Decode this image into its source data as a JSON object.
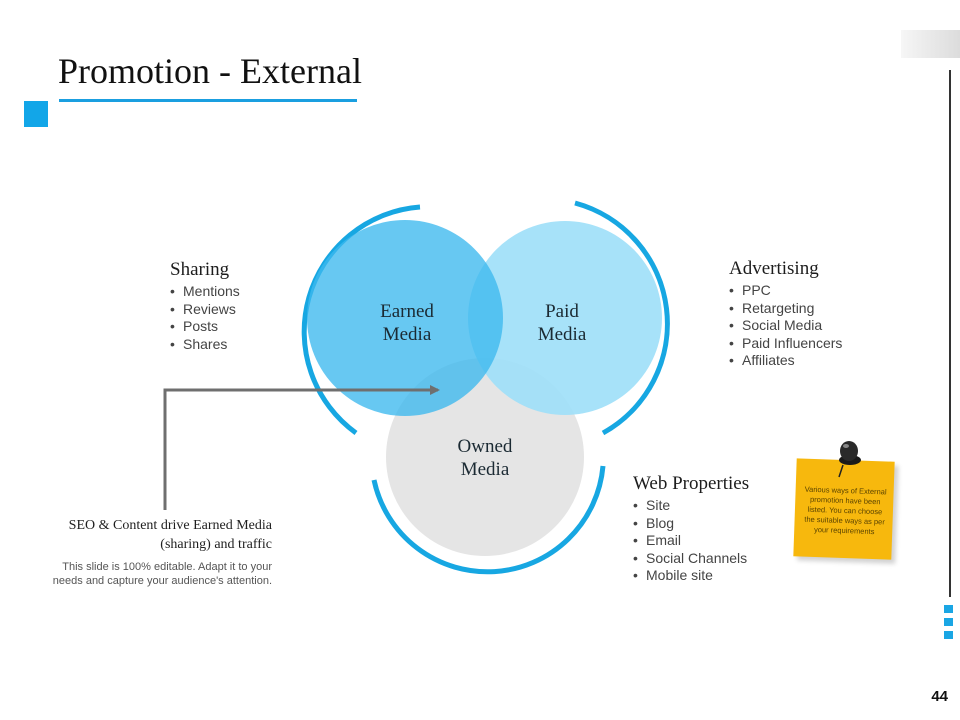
{
  "slide": {
    "title": "Promotion - External",
    "page_number": "44",
    "accent_color": "#12a6e8"
  },
  "diagram": {
    "circles": [
      {
        "line1": "Earned",
        "line2": "Media",
        "color": "#5bc6f2"
      },
      {
        "line1": "Paid",
        "line2": "Media",
        "color": "#9ddff8"
      },
      {
        "line1": "Owned",
        "line2": "Media",
        "color": "#e5e5e5"
      }
    ]
  },
  "sharing": {
    "heading": "Sharing",
    "items": [
      "Mentions",
      "Reviews",
      "Posts",
      "Shares"
    ]
  },
  "advertising": {
    "heading": "Advertising",
    "items": [
      "PPC",
      "Retargeting",
      "Social Media",
      "Paid Influencers",
      "Affiliates"
    ]
  },
  "web_properties": {
    "heading": "Web Properties",
    "items": [
      "Site",
      "Blog",
      "Email",
      "Social Channels",
      "Mobile site"
    ]
  },
  "seo": {
    "title": "SEO & Content drive Earned Media (sharing) and traffic",
    "description": "This slide is 100% editable. Adapt it to your needs and capture your audience's attention."
  },
  "sticky_note": {
    "text": "Various ways of External promotion have been listed. You can choose the suitable ways as per your requirements",
    "color": "#f7b80d"
  }
}
